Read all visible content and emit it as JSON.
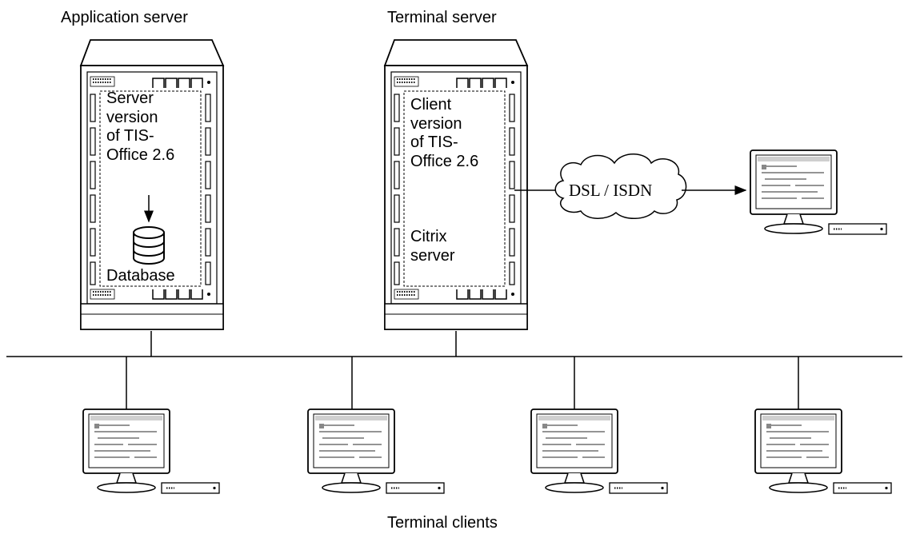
{
  "labels": {
    "app_server": "Application server",
    "terminal_server": "Terminal server",
    "terminal_clients": "Terminal clients"
  },
  "app_server": {
    "software": "Server\nversion\nof TIS-\nOffice 2.6",
    "database": "Database"
  },
  "terminal_server": {
    "software": "Client\nversion\nof TIS-\nOffice 2.6",
    "citrix": "Citrix\nserver"
  },
  "network": {
    "link": "DSL / ISDN"
  },
  "icons": [
    "database-icon",
    "server-rack-icon",
    "workstation-icon",
    "cloud-icon"
  ],
  "colors": {
    "line": "#000000",
    "background": "#ffffff"
  }
}
